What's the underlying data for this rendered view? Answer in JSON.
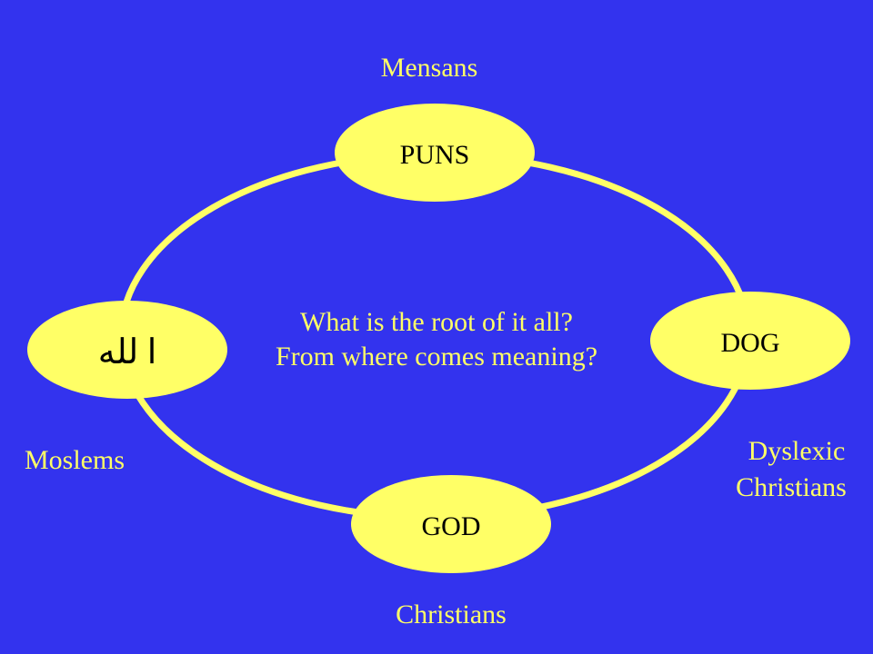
{
  "colors": {
    "background": "#3333ee",
    "ring": "#ffff66",
    "node_fill": "#ffff66",
    "label_text": "#ffff66",
    "node_text": "#000000"
  },
  "center_text": {
    "line1": "What is the root of it all?",
    "line2": "From where comes meaning?"
  },
  "nodes": {
    "top": "PUNS",
    "right": "DOG",
    "bottom": "GOD",
    "left": "ا لله"
  },
  "labels": {
    "top": "Mensans",
    "right_line1": "Dyslexic",
    "right_line2": "Christians",
    "bottom": "Christians",
    "left": "Moslems"
  }
}
